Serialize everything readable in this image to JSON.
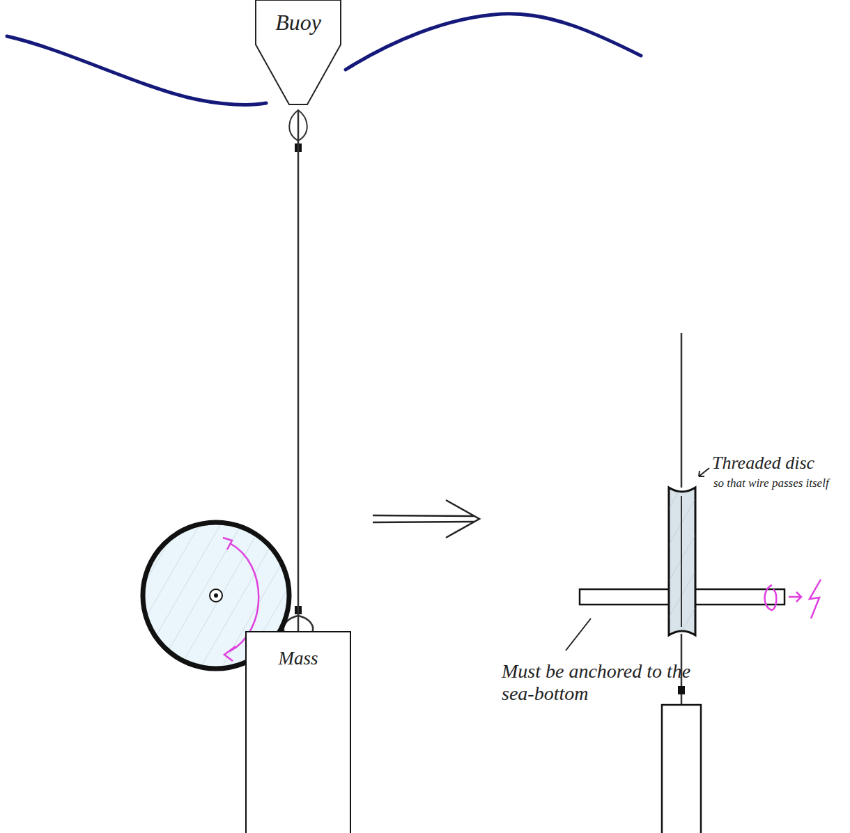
{
  "diagram": {
    "nodes": [
      {
        "text": [
          "Buoy"
        ]
      },
      {
        "text": [
          "Mass"
        ]
      }
    ],
    "edges": [
      {
        "from": 0,
        "to": 1,
        "arrow": "none"
      }
    ],
    "labels": [
      "Threaded disc",
      "so that wire passes itself",
      "Must be anchored to the sea-bottom"
    ]
  }
}
